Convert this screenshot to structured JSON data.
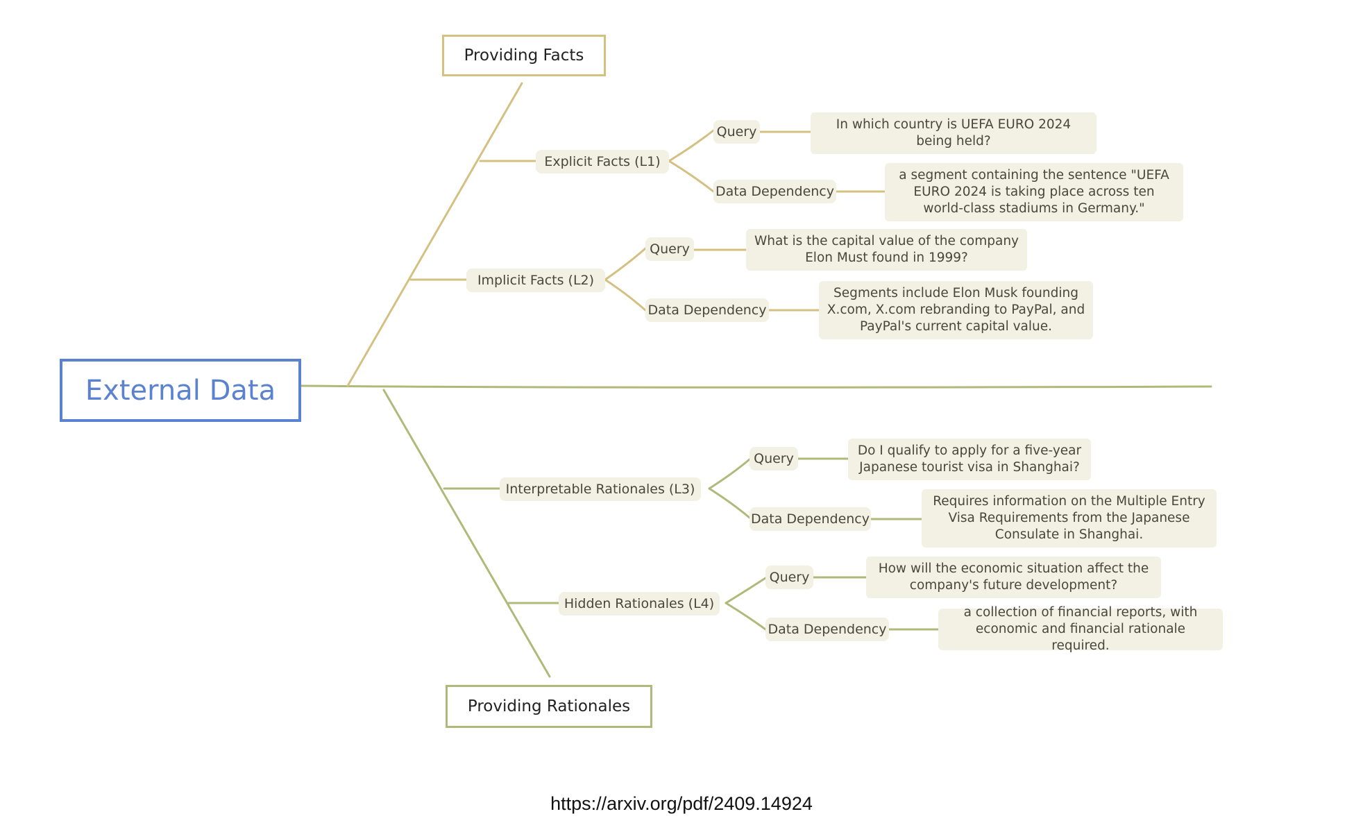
{
  "root": "External Data",
  "categories": {
    "facts": "Providing Facts",
    "rationales": "Providing Rationales"
  },
  "levels": [
    {
      "label": "Explicit Facts (L1)",
      "query_label": "Query",
      "query": "In which country is UEFA EURO 2024 being held?",
      "dep_label": "Data Dependency",
      "dep": "a segment containing the sentence \"UEFA EURO 2024 is taking place across ten world-class stadiums in Germany.\""
    },
    {
      "label": "Implicit Facts (L2)",
      "query_label": "Query",
      "query": "What is the capital value of the company Elon Must found in 1999?",
      "dep_label": "Data Dependency",
      "dep": "Segments include Elon Musk founding X.com, X.com rebranding to PayPal, and PayPal's current capital value."
    },
    {
      "label": "Interpretable Rationales (L3)",
      "query_label": "Query",
      "query": "Do I qualify to apply for a five-year Japanese tourist visa in Shanghai?",
      "dep_label": "Data Dependency",
      "dep": "Requires information on the Multiple Entry Visa Requirements from the Japanese Consulate in Shanghai."
    },
    {
      "label": "Hidden Rationales (L4)",
      "query_label": "Query",
      "query": "How will the economic situation affect the company's future development?",
      "dep_label": "Data Dependency",
      "dep": "a collection of financial reports, with economic and financial rationale required."
    }
  ],
  "source_url": "https://arxiv.org/pdf/2409.14924",
  "colors": {
    "root": "#5b82d1",
    "facts": "#d4c081",
    "rationales": "#b1b97a",
    "fill": "#f3f1e3"
  }
}
